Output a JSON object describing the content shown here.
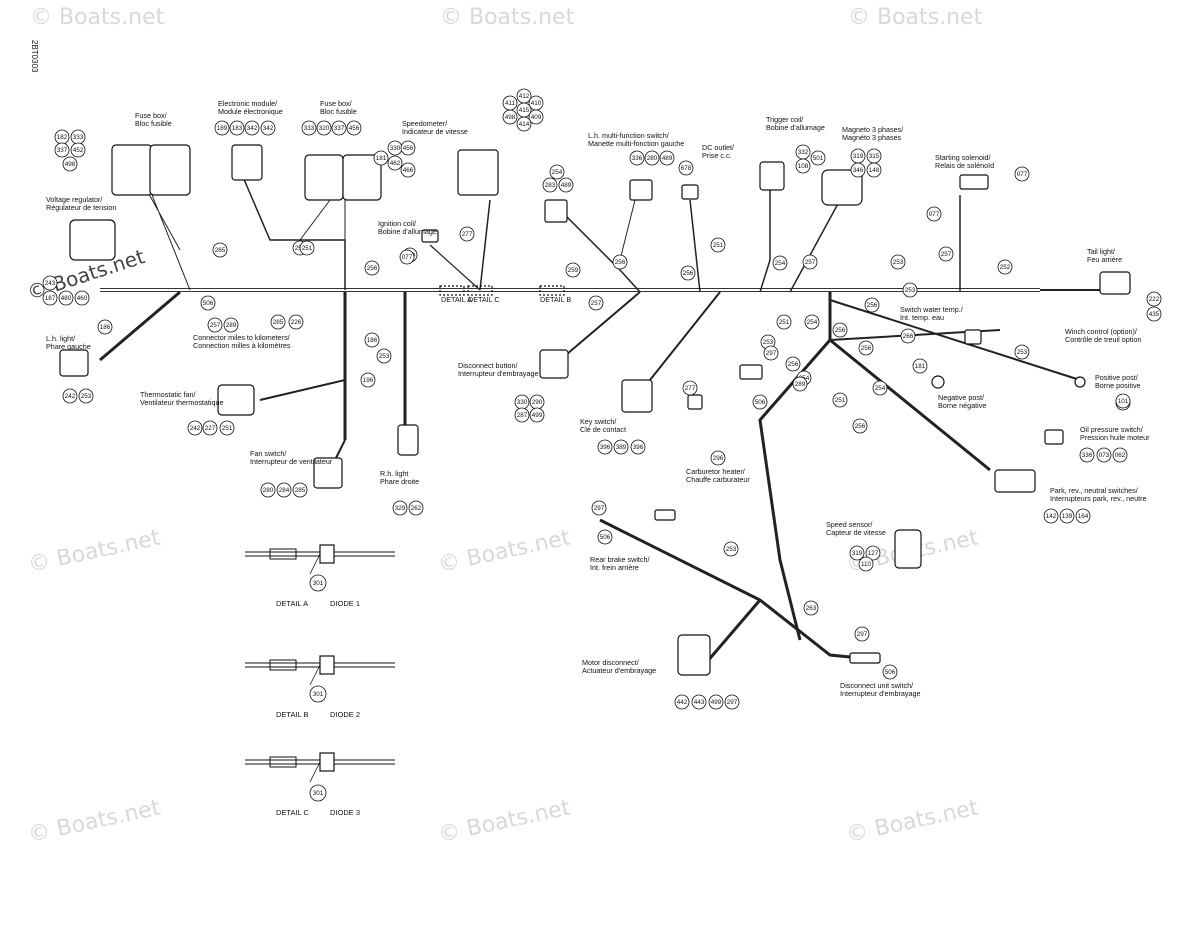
{
  "watermarks": [
    "© Boats.net",
    "© Boats.net",
    "© Boats.net",
    "© Boats.net",
    "© Boats.net",
    "© Boats.net",
    "© Boats.net",
    "© Boats.net",
    "© Boats.net"
  ],
  "watermark_main": "© Boats.net",
  "drawing_code": "2BT0303",
  "labels": [
    {
      "line1": "Fuse box/",
      "line2": "Bloc fusible"
    },
    {
      "line1": "Electronic module/",
      "line2": "Module électronique"
    },
    {
      "line1": "Fuse box/",
      "line2": "Bloc fusible"
    },
    {
      "line1": "Speedometer/",
      "line2": "Indicateur de vitesse"
    },
    {
      "line1": "L.h. multi-function switch/",
      "line2": "Manette multi-fonction gauche"
    },
    {
      "line1": "DC outlet/",
      "line2": "Prise c.c."
    },
    {
      "line1": "Trigger coil/",
      "line2": "Bobine d'allumage"
    },
    {
      "line1": "Magneto 3 phases/",
      "line2": "Magnéto 3 phases"
    },
    {
      "line1": "Starting solenoid/",
      "line2": "Relais de solénoïd"
    },
    {
      "line1": "Voltage regulator/",
      "line2": "Régulateur de tension"
    },
    {
      "line1": "Ignition coil/",
      "line2": "Bobine d'allumage"
    },
    {
      "line1": "Tail light/",
      "line2": "Feu arrière"
    },
    {
      "line1": "L.h. light/",
      "line2": "Phare gauche"
    },
    {
      "line1": "Connector miles to kilometers/",
      "line2": "Connection milles à kilomètres"
    },
    {
      "line1": "Switch water temp./",
      "line2": "Int. temp. eau"
    },
    {
      "line1": "Winch control (option)/",
      "line2": "Contrôle de treuil option"
    },
    {
      "line1": "Positive post/",
      "line2": "Borne positive"
    },
    {
      "line1": "Thermostatic fan/",
      "line2": "Ventilateur thermostatique"
    },
    {
      "line1": "Disconnect button/",
      "line2": "Interrupteur d'embrayage"
    },
    {
      "line1": "Negative post/",
      "line2": "Borne négative"
    },
    {
      "line1": "Key switch/",
      "line2": "Clé de contact"
    },
    {
      "line1": "Oil pressure switch/",
      "line2": "Pression huile moteur"
    },
    {
      "line1": "Fan switch/",
      "line2": "Interrupteur de ventilateur"
    },
    {
      "line1": "R.h. light",
      "line2": "Phare droite"
    },
    {
      "line1": "Carburetor heater/",
      "line2": "Chauffe carburateur"
    },
    {
      "line1": "Park, rev., neutral switches/",
      "line2": "Interrupteurs park, rev., neutre"
    },
    {
      "line1": "Speed sensor/",
      "line2": "Capteur de vitesse"
    },
    {
      "line1": "Rear brake switch/",
      "line2": "Int. frein arrière"
    },
    {
      "line1": "Motor disconnect/",
      "line2": "Actuateur d'embrayage"
    },
    {
      "line1": "Disconnect unit switch/",
      "line2": "Interrupteur d'embrayage"
    }
  ],
  "details": [
    {
      "name": "DETAIL A",
      "diode": "DIODE 1",
      "callout": "301"
    },
    {
      "name": "DETAIL B",
      "diode": "DIODE 2",
      "callout": "301"
    },
    {
      "name": "DETAIL C",
      "diode": "DIODE 3",
      "callout": "301"
    }
  ],
  "inline_details": [
    "DETAIL A",
    "DETAIL C",
    "DETAIL B"
  ],
  "callouts": [
    "182",
    "333",
    "337",
    "452",
    "498",
    "189",
    "183",
    "342",
    "342",
    "333",
    "320",
    "337",
    "456",
    "412",
    "411",
    "410",
    "415",
    "498",
    "409",
    "414",
    "330",
    "456",
    "181",
    "462",
    "466",
    "254",
    "283",
    "489",
    "336",
    "280",
    "489",
    "678",
    "332",
    "501",
    "108",
    "319",
    "315",
    "346",
    "148",
    "077",
    "077",
    "265",
    "257",
    "251",
    "256",
    "254",
    "277",
    "256",
    "259",
    "257",
    "256",
    "251",
    "254",
    "257",
    "253",
    "257",
    "252",
    "256",
    "254",
    "251",
    "253",
    "256",
    "256",
    "266",
    "253",
    "222",
    "435",
    "243",
    "187",
    "480",
    "460",
    "186",
    "506",
    "257",
    "289",
    "285",
    "226",
    "242",
    "253",
    "186",
    "253",
    "196",
    "297",
    "256",
    "254",
    "289",
    "251",
    "256",
    "254",
    "253",
    "181",
    "077",
    "330",
    "290",
    "287",
    "499",
    "242",
    "227",
    "251",
    "277",
    "396",
    "389",
    "396",
    "296",
    "506",
    "101",
    "101",
    "336",
    "073",
    "062",
    "280",
    "284",
    "285",
    "329",
    "262",
    "142",
    "139",
    "164",
    "297",
    "506",
    "253",
    "263",
    "319",
    "127",
    "110",
    "297",
    "506",
    "442",
    "443",
    "499",
    "297",
    "301",
    "301",
    "301"
  ]
}
